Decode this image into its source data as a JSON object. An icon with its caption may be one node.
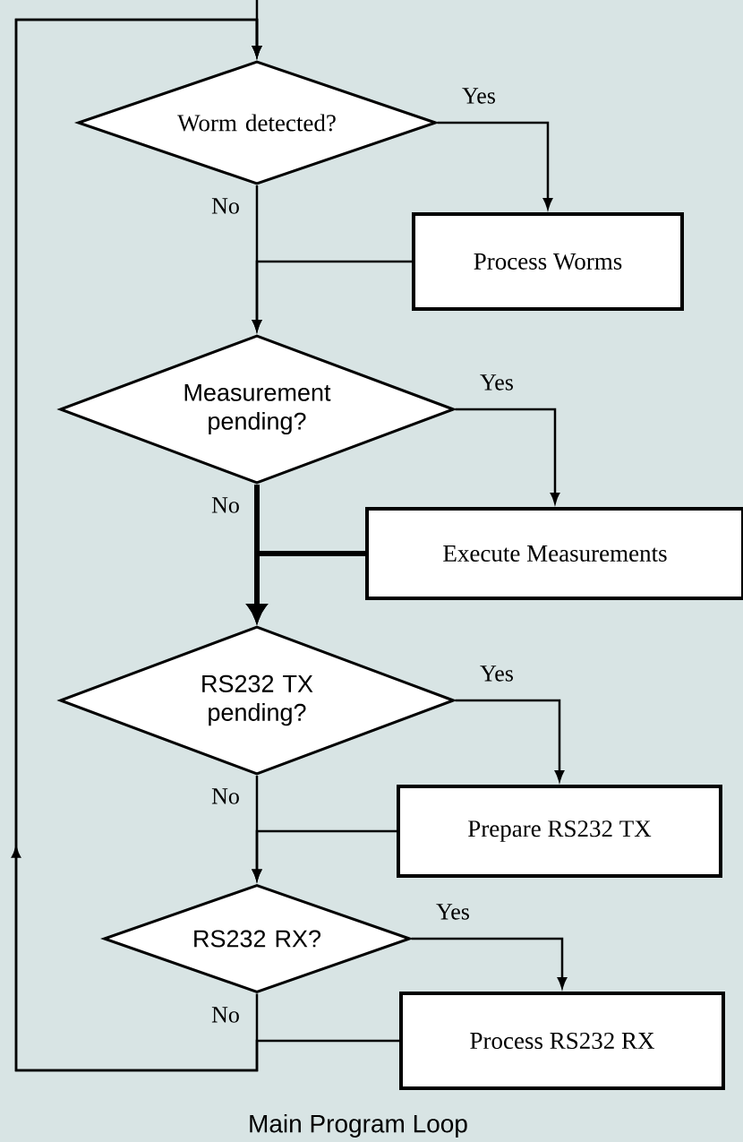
{
  "diagram": {
    "caption": "Main Program Loop",
    "nodes": [
      {
        "text": [
          "Worm detected?"
        ]
      },
      {
        "text": [
          "Process Worms"
        ]
      },
      {
        "text": [
          "Measurement pending?"
        ]
      },
      {
        "text": [
          "Execute Measurements"
        ]
      },
      {
        "text": [
          "RS232 TX pending?"
        ]
      },
      {
        "text": [
          "Prepare RS232 TX"
        ]
      },
      {
        "text": [
          "RS232 RX?"
        ]
      },
      {
        "text": [
          "Process RS232 RX"
        ]
      }
    ],
    "edges": [
      {
        "from": null,
        "to": 0,
        "arrow": "to"
      },
      {
        "from": 0,
        "to": 1,
        "arrow": "to",
        "label": "Yes"
      },
      {
        "from": 0,
        "to": 2,
        "arrow": "to",
        "label": "No"
      },
      {
        "from": 1,
        "to": 2,
        "arrow": "to"
      },
      {
        "from": 2,
        "to": 3,
        "arrow": "to",
        "label": "Yes"
      },
      {
        "from": 2,
        "to": 4,
        "arrow": "to",
        "label": "No",
        "style": "thick"
      },
      {
        "from": 3,
        "to": 4,
        "arrow": "to",
        "style": "thick"
      },
      {
        "from": 4,
        "to": 5,
        "arrow": "to",
        "label": "Yes"
      },
      {
        "from": 4,
        "to": 6,
        "arrow": "to",
        "label": "No"
      },
      {
        "from": 5,
        "to": 6,
        "arrow": "to"
      },
      {
        "from": 6,
        "to": 7,
        "arrow": "to",
        "label": "Yes"
      },
      {
        "from": 6,
        "to": 0,
        "arrow": "to",
        "label": "No"
      },
      {
        "from": 7,
        "to": 0,
        "arrow": "to"
      }
    ]
  }
}
